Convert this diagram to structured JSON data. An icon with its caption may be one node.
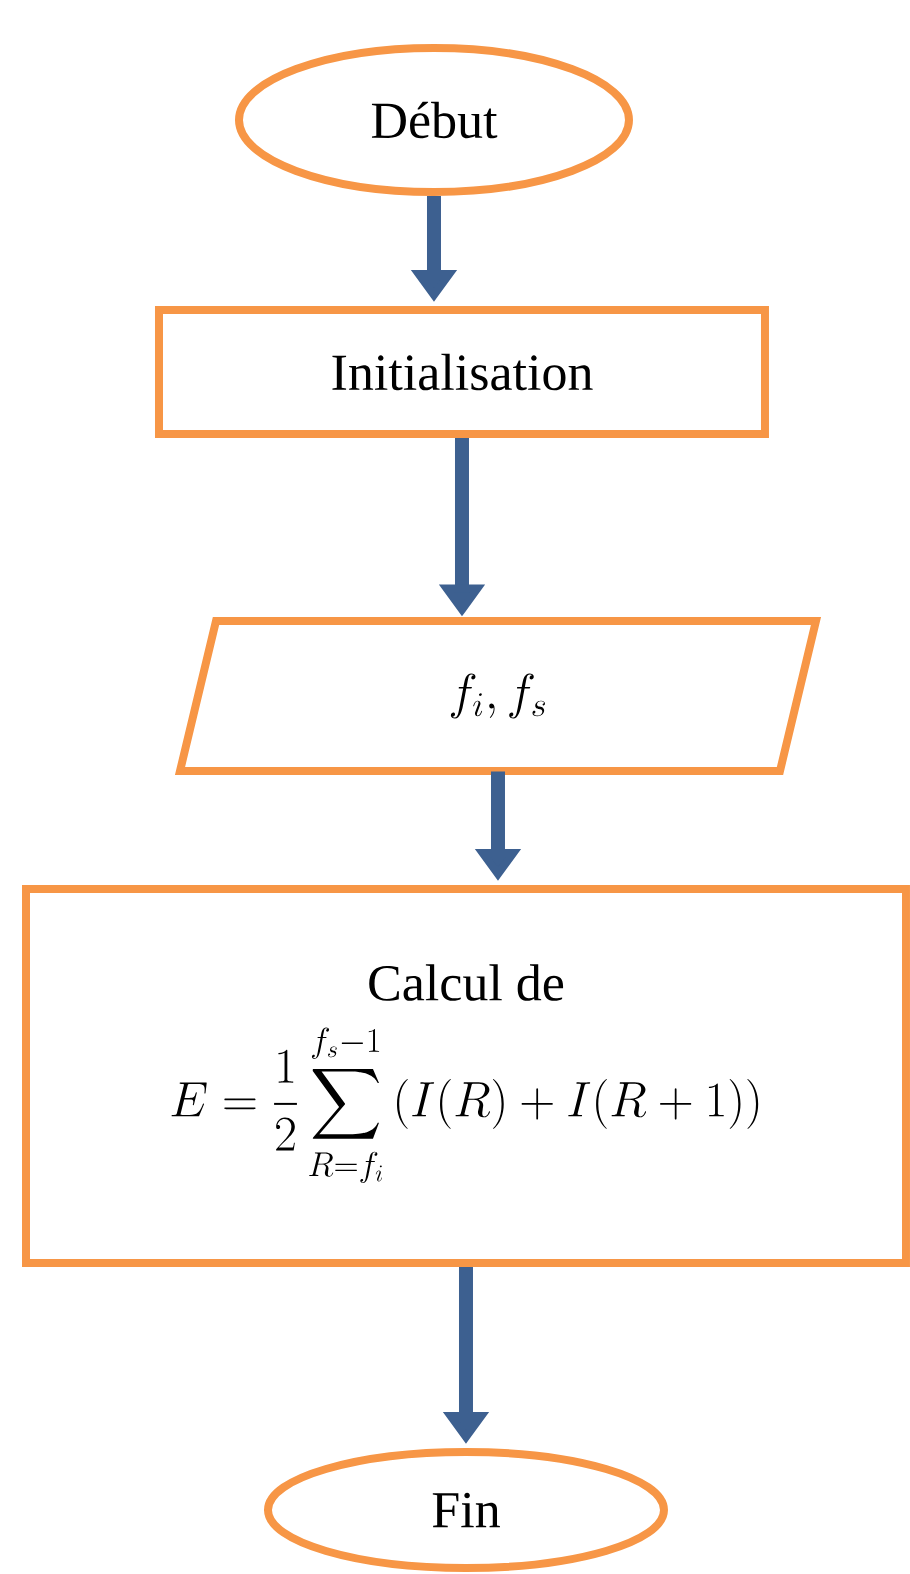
{
  "diagram": {
    "nodes": [
      {
        "text": [
          "Début"
        ]
      },
      {
        "text": [
          "Initialisation"
        ]
      },
      {
        "text": [
          "f_i, f_s"
        ]
      },
      {
        "text": [
          "Calcul de",
          "E = \\frac{1}{2}\\sum_{R=f_i}^{f_s-1}\\left(I(R)+I(R+1)\\right)"
        ]
      },
      {
        "text": [
          "Fin"
        ]
      }
    ],
    "edges": [
      {
        "from": 0,
        "to": 1,
        "arrow": "to"
      },
      {
        "from": 1,
        "to": 2,
        "arrow": "to"
      },
      {
        "from": 2,
        "to": 3,
        "arrow": "to"
      },
      {
        "from": 3,
        "to": 4,
        "arrow": "to"
      }
    ]
  }
}
